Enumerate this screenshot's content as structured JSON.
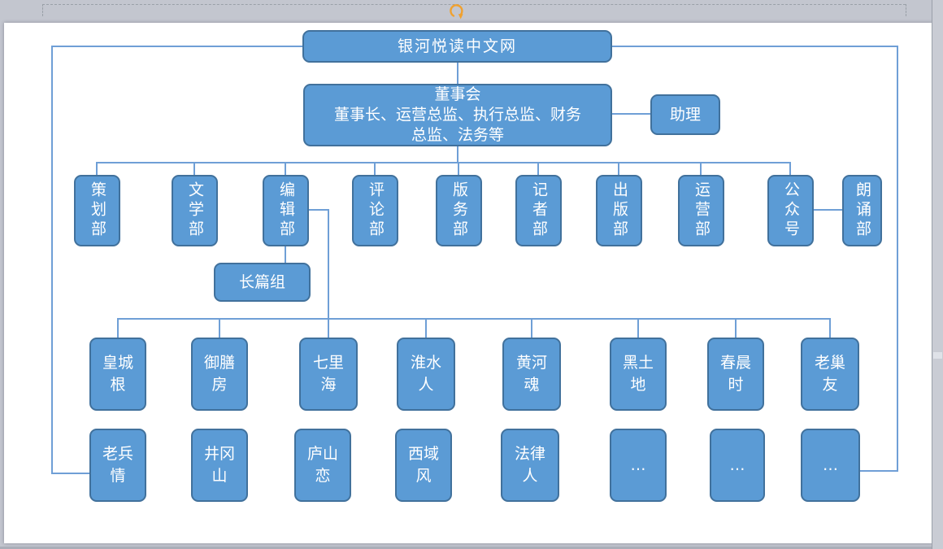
{
  "org_chart": {
    "root_label": "银河悦读中文网",
    "board": {
      "title": "董事会",
      "subtitle": "董事长、运营总监、执行总监、财务总监、法务等"
    },
    "assistant_label": "助理",
    "departments": [
      "策划部",
      "文学部",
      "编辑部",
      "评论部",
      "版务部",
      "记者部",
      "出版部",
      "运营部",
      "公众号",
      "朗诵部"
    ],
    "editing_sub_group": "长篇组",
    "branch_sites_row1": [
      "皇城根",
      "御膳房",
      "七里海",
      "淮水人",
      "黄河魂",
      "黑土地",
      "春晨时",
      "老巢友"
    ],
    "branch_sites_row2": [
      "老兵情",
      "井冈山",
      "庐山恋",
      "西域风",
      "法律人",
      "…",
      "…",
      "…"
    ],
    "colors": {
      "node_fill": "#5b9bd5",
      "node_border": "#41719c",
      "connector": "#6f9fd6",
      "rotate_handle": "#f0a12f",
      "selection_dash": "#9aa0a8"
    }
  }
}
